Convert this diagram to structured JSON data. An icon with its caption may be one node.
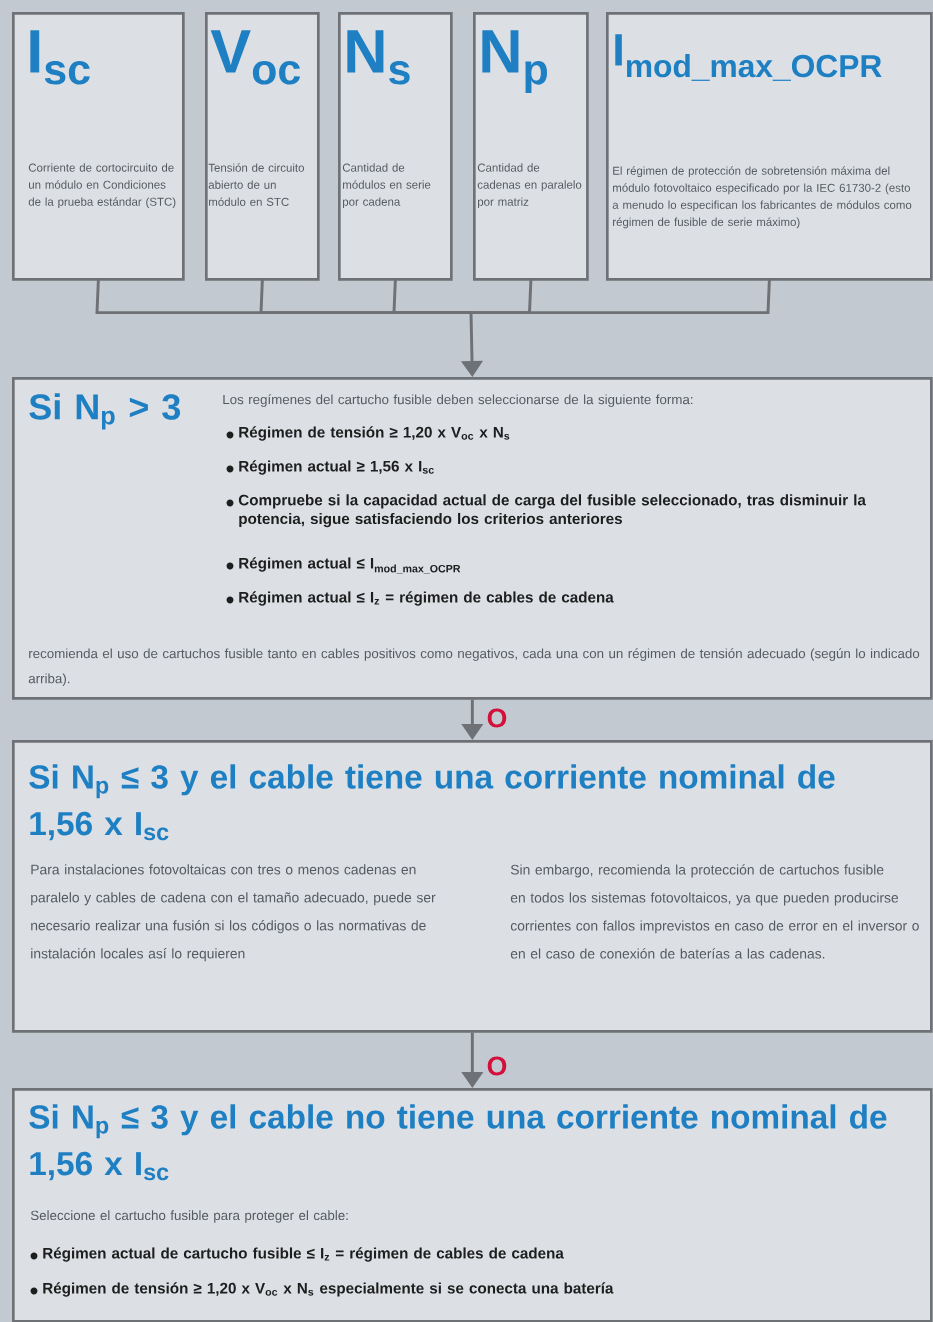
{
  "diagram": {
    "nodes": [
      {
        "text": [
          "I$_{sc}$",
          "Corriente de cortocircuito de un módulo en Condiciones de la prueba estándar (STC)"
        ]
      },
      {
        "text": [
          "V$_{oc}$",
          "Tensión de circuito abierto de un módulo en STC"
        ]
      },
      {
        "text": [
          "N$_{s}$",
          "Cantidad de módulos en serie por cadena"
        ]
      },
      {
        "text": [
          "N$_{p}$",
          "Cantidad de cadenas en paralelo por matriz"
        ]
      },
      {
        "text": [
          "\\text{I}_{\\text{mod\\_max\\_OCPR}}",
          "El régimen de protección de sobretensión máxima del módulo fotovoltaico especificado por la IEC 61730-2 (esto a menudo lo especifican los fabricantes de módulos como régimen de fusible de serie máximo)"
        ]
      },
      {
        "text": [
          "Si N$_{p}$ > 3",
          "Los regímenes del cartucho fusible deben seleccionarse de la siguiente forma:",
          "Régimen de tensión ≥ 1,20 x V$_{oc}$ x N$_{s}$",
          "Régimen actual ≥ 1,56 x I$_{sc}$",
          "Compruebe si la capacidad actual de carga del fusible seleccionado, tras disminuir la potencia, sigue satisfaciendo los criterios anteriores",
          "\\text{Régimen actual ≤ I}_{\\text{mod\\_max\\_OCPR}}",
          "Régimen actual ≤ I$_{z}$ = régimen de cables de cadena",
          "recomienda el uso de cartuchos fusible tanto en cables positivos como negativos, cada una con un régimen de tensión adecuado (según lo indicado arriba)."
        ]
      },
      {
        "text": [
          "Si N$_{p}$ ≤ 3 y el cable tiene una corriente nominal de 1,56 x I$_{sc}$",
          "Para instalaciones fotovoltaicas con tres o menos cadenas en paralelo y cables de cadena con el tamaño adecuado, puede ser necesario realizar una fusión si los códigos o las normativas de instalación locales así lo requieren",
          "Sin embargo, recomienda la protección de cartuchos fusible en todos los sistemas fotovoltaicos, ya que pueden producirse corrientes con fallos imprevistos en caso de error en el inversor o en el caso de conexión de baterías a las cadenas."
        ]
      },
      {
        "text": [
          "Si N$_{p}$ ≤ 3 y el cable no tiene una corriente nominal de 1,56 x I$_{sc}$",
          "Seleccione el cartucho fusible para proteger el cable:",
          "Régimen actual de cartucho fusible ≤ I$_{z}$ = régimen de cables de cadena",
          "Régimen de tensión ≥ 1,20 x V$_{oc}$ x N$_{s}$ especialmente si se conecta una batería"
        ]
      }
    ],
    "edges": [
      {
        "from": 0,
        "to": 5,
        "arrow": "to"
      },
      {
        "from": 1,
        "to": 5,
        "arrow": "to"
      },
      {
        "from": 2,
        "to": 5,
        "arrow": "to"
      },
      {
        "from": 3,
        "to": 5,
        "arrow": "to"
      },
      {
        "from": 4,
        "to": 5,
        "arrow": "to"
      },
      {
        "from": 5,
        "to": 6,
        "arrow": "to",
        "label": "O"
      },
      {
        "from": 6,
        "to": 7,
        "arrow": "to",
        "label": "O"
      }
    ]
  }
}
